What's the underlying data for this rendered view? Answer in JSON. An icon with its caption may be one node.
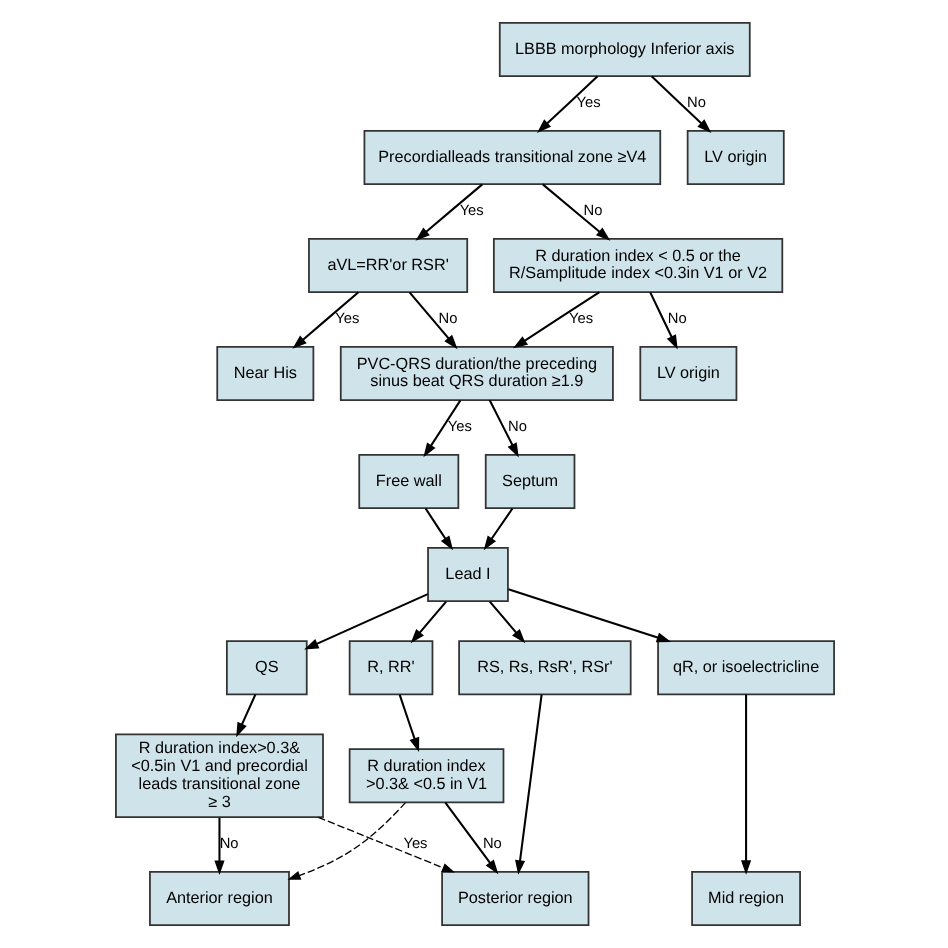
{
  "diagram": {
    "nodes": [
      {
        "text": [
          "LBBB morphology Inferior axis"
        ]
      },
      {
        "text": [
          "Precordialleads transitional zone ≥V4"
        ]
      },
      {
        "text": [
          "LV origin"
        ]
      },
      {
        "text": [
          "aVL=RR'or RSR'"
        ]
      },
      {
        "text": [
          "R duration index < 0.5 or the R/Samplitude index <0.3in V1 or V2"
        ]
      },
      {
        "text": [
          "Near His"
        ]
      },
      {
        "text": [
          "PVC-QRS duration/the preceding sinus beat QRS duration ≥1.9"
        ]
      },
      {
        "text": [
          "LV origin"
        ]
      },
      {
        "text": [
          "Free wall"
        ]
      },
      {
        "text": [
          "Septum"
        ]
      },
      {
        "text": [
          "Lead I"
        ]
      },
      {
        "text": [
          "QS"
        ]
      },
      {
        "text": [
          "R, RR'"
        ]
      },
      {
        "text": [
          "RS, Rs, RsR', RSr'"
        ]
      },
      {
        "text": [
          "qR, or isoelectricline"
        ]
      },
      {
        "text": [
          "R duration index>0.3& <0.5in V1 and precordial leads transitional zone ≥ 3"
        ]
      },
      {
        "text": [
          "R duration index >0.3& <0.5 in V1"
        ]
      },
      {
        "text": [
          "Anterior region"
        ]
      },
      {
        "text": [
          "Posterior region"
        ]
      },
      {
        "text": [
          "Mid region"
        ]
      }
    ],
    "edges": [
      {
        "from": 0,
        "to": 1,
        "arrow": "to",
        "label": "Yes"
      },
      {
        "from": 0,
        "to": 2,
        "arrow": "to",
        "label": "No"
      },
      {
        "from": 1,
        "to": 3,
        "arrow": "to",
        "label": "Yes"
      },
      {
        "from": 1,
        "to": 4,
        "arrow": "to",
        "label": "No"
      },
      {
        "from": 3,
        "to": 5,
        "arrow": "to",
        "label": "Yes"
      },
      {
        "from": 3,
        "to": 6,
        "arrow": "to",
        "label": "No"
      },
      {
        "from": 4,
        "to": 6,
        "arrow": "to",
        "label": "Yes"
      },
      {
        "from": 4,
        "to": 7,
        "arrow": "to",
        "label": "No"
      },
      {
        "from": 6,
        "to": 8,
        "arrow": "to",
        "label": "Yes"
      },
      {
        "from": 6,
        "to": 9,
        "arrow": "to",
        "label": "No"
      },
      {
        "from": 8,
        "to": 10,
        "arrow": "to"
      },
      {
        "from": 9,
        "to": 10,
        "arrow": "to"
      },
      {
        "from": 10,
        "to": 11,
        "arrow": "to"
      },
      {
        "from": 10,
        "to": 12,
        "arrow": "to"
      },
      {
        "from": 10,
        "to": 13,
        "arrow": "to"
      },
      {
        "from": 10,
        "to": 14,
        "arrow": "to"
      },
      {
        "from": 11,
        "to": 15,
        "arrow": "to"
      },
      {
        "from": 12,
        "to": 16,
        "arrow": "to"
      },
      {
        "from": 15,
        "to": 17,
        "arrow": "to",
        "label": "No"
      },
      {
        "from": 15,
        "to": 18,
        "arrow": "to",
        "style": "dashed",
        "label": "Yes"
      },
      {
        "from": 16,
        "to": 17,
        "arrow": "to",
        "style": "dashed"
      },
      {
        "from": 16,
        "to": 18,
        "arrow": "to",
        "label": "No"
      },
      {
        "from": 13,
        "to": 18,
        "arrow": "to"
      },
      {
        "from": 14,
        "to": 19,
        "arrow": "to"
      }
    ]
  }
}
